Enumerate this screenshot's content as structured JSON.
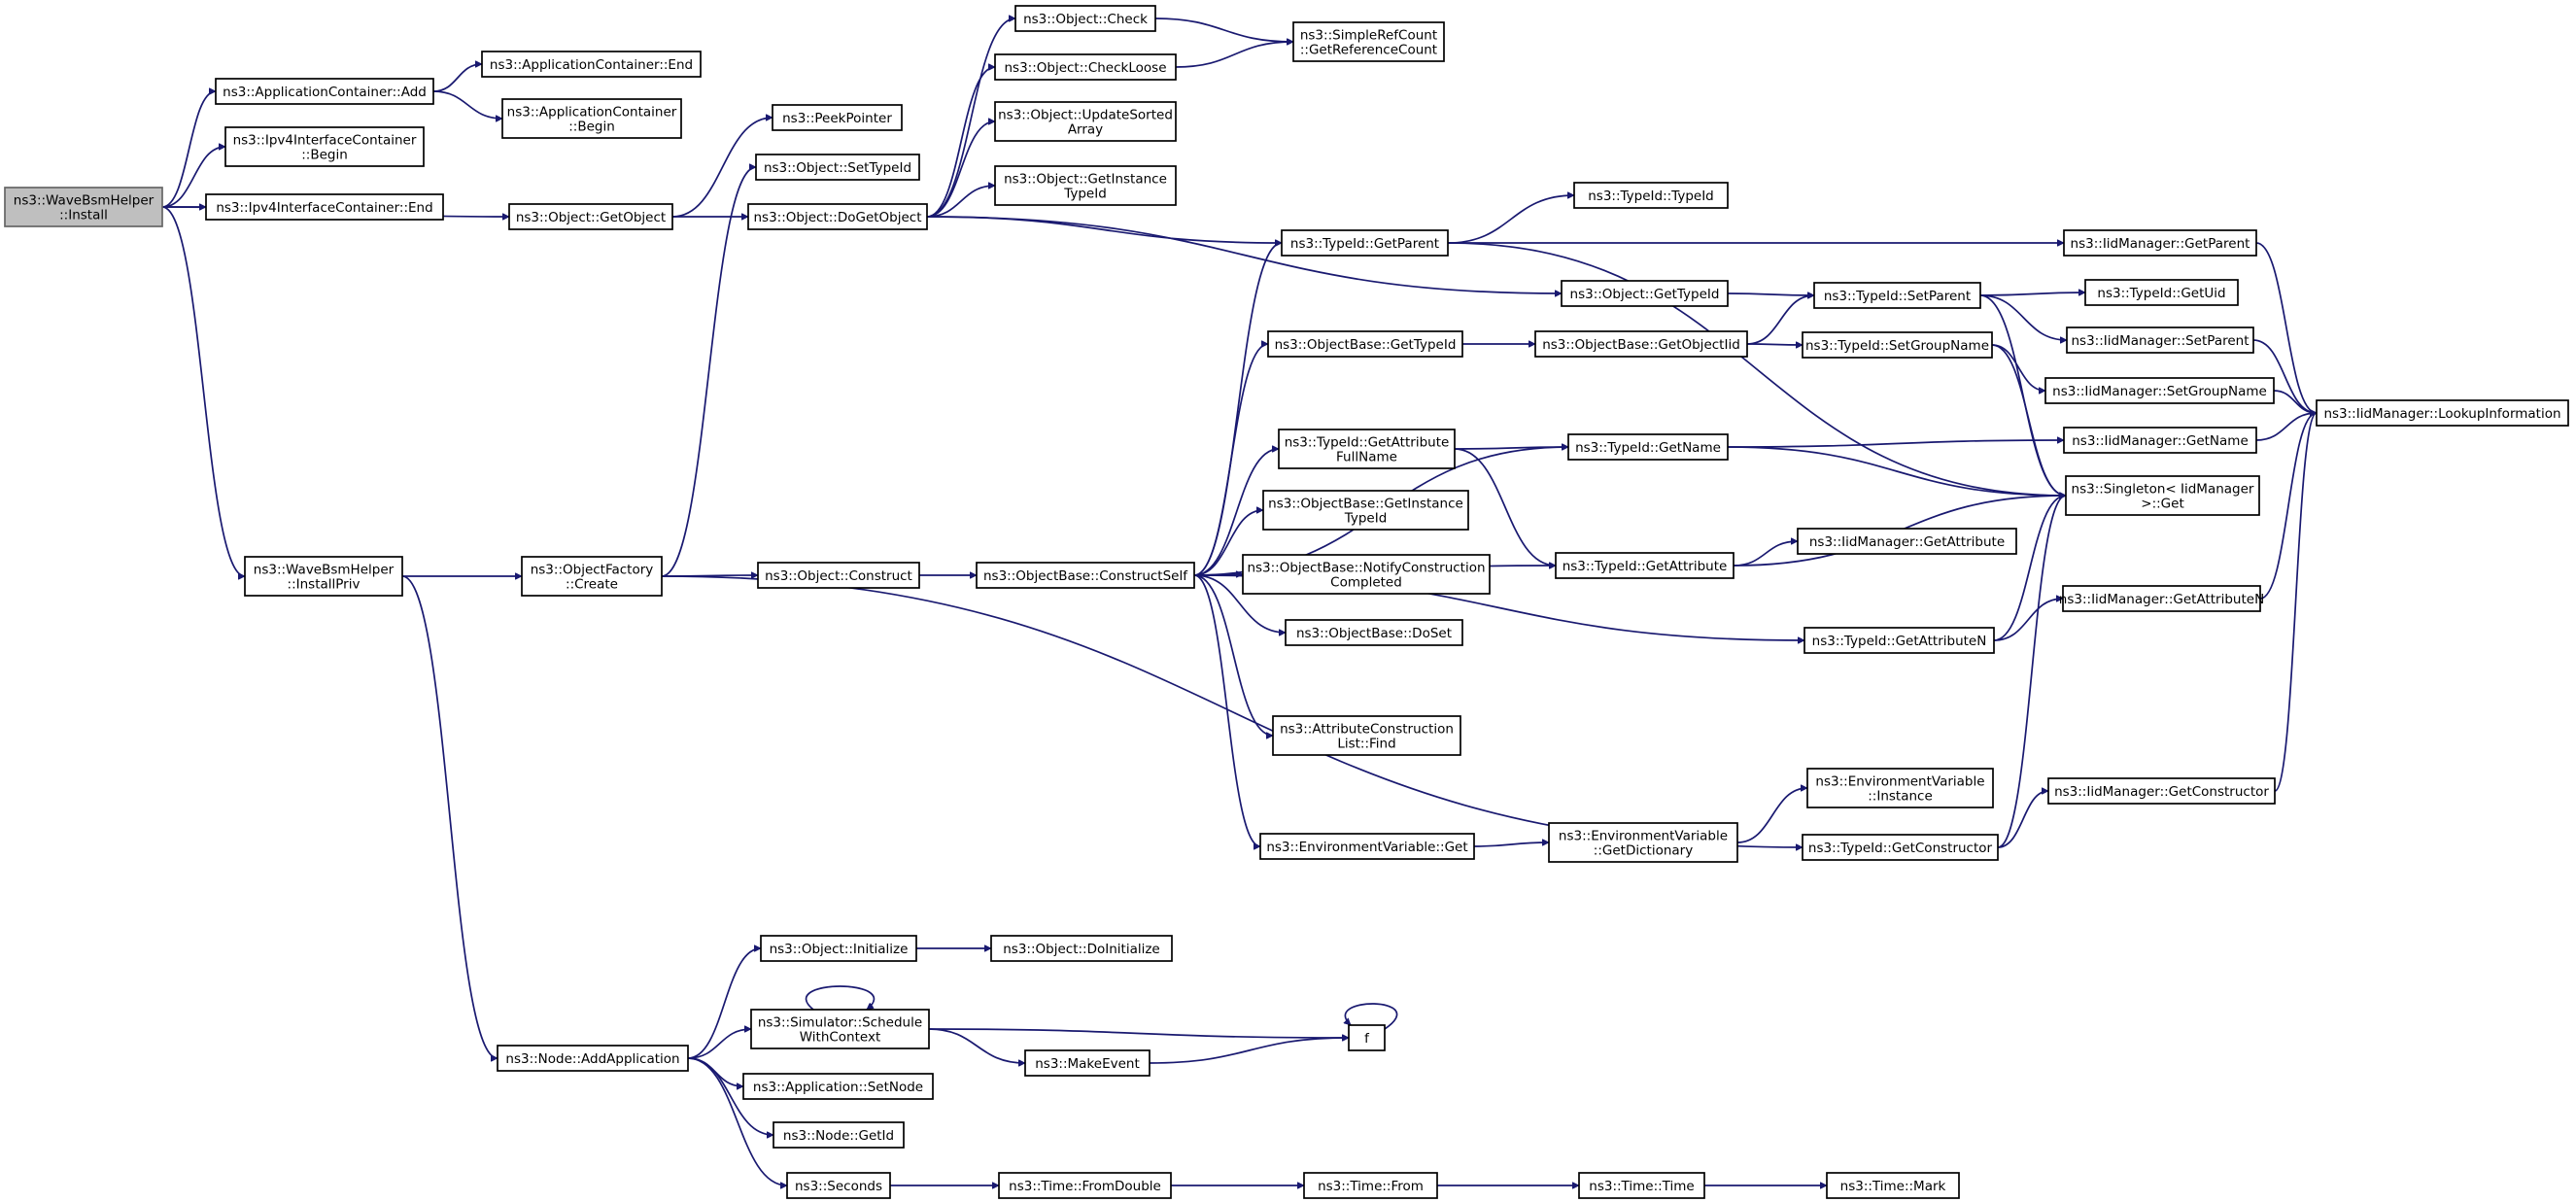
{
  "diagram": {
    "kind": "call-graph",
    "colors": {
      "edge": "#191970",
      "node_border": "#000000",
      "node_fill": "#ffffff",
      "root_fill": "#bfbfbf",
      "root_border": "#666666"
    },
    "root": "install",
    "nodes": [
      {
        "id": "install",
        "lines": [
          "ns3::WaveBsmHelper",
          "::Install"
        ]
      },
      {
        "id": "appcont_add",
        "lines": [
          "ns3::ApplicationContainer::Add"
        ]
      },
      {
        "id": "appcont_end",
        "lines": [
          "ns3::ApplicationContainer::End"
        ]
      },
      {
        "id": "appcont_begin",
        "lines": [
          "ns3::ApplicationContainer",
          "::Begin"
        ]
      },
      {
        "id": "ipv4_begin",
        "lines": [
          "ns3::Ipv4InterfaceContainer",
          "::Begin"
        ]
      },
      {
        "id": "ipv4_end",
        "lines": [
          "ns3::Ipv4InterfaceContainer::End"
        ]
      },
      {
        "id": "obj_getobject",
        "lines": [
          "ns3::Object::GetObject"
        ]
      },
      {
        "id": "peekpointer",
        "lines": [
          "ns3::PeekPointer"
        ]
      },
      {
        "id": "obj_settypeid",
        "lines": [
          "ns3::Object::SetTypeId"
        ]
      },
      {
        "id": "obj_dogetobject",
        "lines": [
          "ns3::Object::DoGetObject"
        ]
      },
      {
        "id": "obj_check",
        "lines": [
          "ns3::Object::Check"
        ]
      },
      {
        "id": "obj_checkloose",
        "lines": [
          "ns3::Object::CheckLoose"
        ]
      },
      {
        "id": "simplerefcount",
        "lines": [
          "ns3::SimpleRefCount",
          "::GetReferenceCount"
        ]
      },
      {
        "id": "obj_updatesorted",
        "lines": [
          "ns3::Object::UpdateSorted",
          "Array"
        ]
      },
      {
        "id": "obj_getinstancetypeid",
        "lines": [
          "ns3::Object::GetInstance",
          "TypeId"
        ]
      },
      {
        "id": "typeid_typeid",
        "lines": [
          "ns3::TypeId::TypeId"
        ]
      },
      {
        "id": "typeid_getparent",
        "lines": [
          "ns3::TypeId::GetParent"
        ]
      },
      {
        "id": "iid_getparent",
        "lines": [
          "ns3::IidManager::GetParent"
        ]
      },
      {
        "id": "obj_gettypeid",
        "lines": [
          "ns3::Object::GetTypeId"
        ]
      },
      {
        "id": "typeid_setparent",
        "lines": [
          "ns3::TypeId::SetParent"
        ]
      },
      {
        "id": "typeid_getuid",
        "lines": [
          "ns3::TypeId::GetUid"
        ]
      },
      {
        "id": "objbase_gettypeid",
        "lines": [
          "ns3::ObjectBase::GetTypeId"
        ]
      },
      {
        "id": "objbase_getobjectiid",
        "lines": [
          "ns3::ObjectBase::GetObjectIid"
        ]
      },
      {
        "id": "typeid_setgroupname",
        "lines": [
          "ns3::TypeId::SetGroupName"
        ]
      },
      {
        "id": "iid_setparent",
        "lines": [
          "ns3::IidManager::SetParent"
        ]
      },
      {
        "id": "iid_setgroupname",
        "lines": [
          "ns3::IidManager::SetGroupName"
        ]
      },
      {
        "id": "iid_lookupinfo",
        "lines": [
          "ns3::IidManager::LookupInformation"
        ]
      },
      {
        "id": "iid_getname",
        "lines": [
          "ns3::IidManager::GetName"
        ]
      },
      {
        "id": "typeid_getattrfullname",
        "lines": [
          "ns3::TypeId::GetAttribute",
          "FullName"
        ]
      },
      {
        "id": "typeid_getname",
        "lines": [
          "ns3::TypeId::GetName"
        ]
      },
      {
        "id": "singleton_get",
        "lines": [
          "ns3::Singleton< IidManager",
          " >::Get"
        ]
      },
      {
        "id": "objbase_getinstancetypeid",
        "lines": [
          "ns3::ObjectBase::GetInstance",
          "TypeId"
        ]
      },
      {
        "id": "wbh_installpriv",
        "lines": [
          "ns3::WaveBsmHelper",
          "::InstallPriv"
        ]
      },
      {
        "id": "objfactory_create",
        "lines": [
          "ns3::ObjectFactory",
          "::Create"
        ]
      },
      {
        "id": "obj_construct",
        "lines": [
          "ns3::Object::Construct"
        ]
      },
      {
        "id": "objbase_constructself",
        "lines": [
          "ns3::ObjectBase::ConstructSelf"
        ]
      },
      {
        "id": "objbase_notifyconstruction",
        "lines": [
          "ns3::ObjectBase::NotifyConstruction",
          "Completed"
        ]
      },
      {
        "id": "typeid_getattribute",
        "lines": [
          "ns3::TypeId::GetAttribute"
        ]
      },
      {
        "id": "iid_getattribute",
        "lines": [
          "ns3::IidManager::GetAttribute"
        ]
      },
      {
        "id": "objbase_doset",
        "lines": [
          "ns3::ObjectBase::DoSet"
        ]
      },
      {
        "id": "typeid_getattributen",
        "lines": [
          "ns3::TypeId::GetAttributeN"
        ]
      },
      {
        "id": "iid_getattributen",
        "lines": [
          "ns3::IidManager::GetAttributeN"
        ]
      },
      {
        "id": "attrconstructionlist_find",
        "lines": [
          "ns3::AttributeConstruction",
          "List::Find"
        ]
      },
      {
        "id": "envvar_instance",
        "lines": [
          "ns3::EnvironmentVariable",
          "::Instance"
        ]
      },
      {
        "id": "iid_getconstructor",
        "lines": [
          "ns3::IidManager::GetConstructor"
        ]
      },
      {
        "id": "envvar_get",
        "lines": [
          "ns3::EnvironmentVariable::Get"
        ]
      },
      {
        "id": "envvar_getdictionary",
        "lines": [
          "ns3::EnvironmentVariable",
          "::GetDictionary"
        ]
      },
      {
        "id": "typeid_getconstructor",
        "lines": [
          "ns3::TypeId::GetConstructor"
        ]
      },
      {
        "id": "obj_initialize",
        "lines": [
          "ns3::Object::Initialize"
        ]
      },
      {
        "id": "obj_doinitialize",
        "lines": [
          "ns3::Object::DoInitialize"
        ]
      },
      {
        "id": "sim_schedulewithcontext",
        "lines": [
          "ns3::Simulator::Schedule",
          "WithContext"
        ]
      },
      {
        "id": "f",
        "lines": [
          "f"
        ]
      },
      {
        "id": "node_addapplication",
        "lines": [
          "ns3::Node::AddApplication"
        ]
      },
      {
        "id": "makeevent",
        "lines": [
          "ns3::MakeEvent"
        ]
      },
      {
        "id": "app_setnode",
        "lines": [
          "ns3::Application::SetNode"
        ]
      },
      {
        "id": "node_getid",
        "lines": [
          "ns3::Node::GetId"
        ]
      },
      {
        "id": "seconds",
        "lines": [
          "ns3::Seconds"
        ]
      },
      {
        "id": "time_fromdouble",
        "lines": [
          "ns3::Time::FromDouble"
        ]
      },
      {
        "id": "time_from",
        "lines": [
          "ns3::Time::From"
        ]
      },
      {
        "id": "time_time",
        "lines": [
          "ns3::Time::Time"
        ]
      },
      {
        "id": "time_mark",
        "lines": [
          "ns3::Time::Mark"
        ]
      }
    ],
    "edges": [
      [
        "install",
        "appcont_add"
      ],
      [
        "install",
        "ipv4_begin"
      ],
      [
        "install",
        "ipv4_end"
      ],
      [
        "install",
        "obj_getobject"
      ],
      [
        "install",
        "wbh_installpriv"
      ],
      [
        "appcont_add",
        "appcont_end"
      ],
      [
        "appcont_add",
        "appcont_begin"
      ],
      [
        "obj_getobject",
        "peekpointer"
      ],
      [
        "obj_getobject",
        "obj_dogetobject"
      ],
      [
        "obj_dogetobject",
        "obj_check"
      ],
      [
        "obj_dogetobject",
        "obj_checkloose"
      ],
      [
        "obj_dogetobject",
        "obj_updatesorted"
      ],
      [
        "obj_dogetobject",
        "obj_getinstancetypeid"
      ],
      [
        "obj_dogetobject",
        "typeid_getparent"
      ],
      [
        "obj_dogetobject",
        "obj_gettypeid"
      ],
      [
        "obj_check",
        "simplerefcount"
      ],
      [
        "obj_checkloose",
        "simplerefcount"
      ],
      [
        "typeid_getparent",
        "typeid_typeid"
      ],
      [
        "typeid_getparent",
        "iid_getparent"
      ],
      [
        "typeid_getparent",
        "singleton_get"
      ],
      [
        "iid_getparent",
        "iid_lookupinfo"
      ],
      [
        "obj_gettypeid",
        "typeid_setparent"
      ],
      [
        "typeid_setparent",
        "typeid_getuid"
      ],
      [
        "typeid_setparent",
        "iid_setparent"
      ],
      [
        "typeid_setparent",
        "singleton_get"
      ],
      [
        "iid_setparent",
        "iid_lookupinfo"
      ],
      [
        "objbase_gettypeid",
        "objbase_getobjectiid"
      ],
      [
        "objbase_getobjectiid",
        "typeid_setparent"
      ],
      [
        "objbase_getobjectiid",
        "typeid_setgroupname"
      ],
      [
        "typeid_setgroupname",
        "iid_setgroupname"
      ],
      [
        "typeid_setgroupname",
        "singleton_get"
      ],
      [
        "iid_setgroupname",
        "iid_lookupinfo"
      ],
      [
        "iid_getname",
        "iid_lookupinfo"
      ],
      [
        "typeid_getattrfullname",
        "typeid_getname"
      ],
      [
        "typeid_getattrfullname",
        "typeid_getattribute"
      ],
      [
        "typeid_getname",
        "iid_getname"
      ],
      [
        "typeid_getname",
        "singleton_get"
      ],
      [
        "wbh_installpriv",
        "objfactory_create"
      ],
      [
        "wbh_installpriv",
        "node_addapplication"
      ],
      [
        "objfactory_create",
        "obj_settypeid"
      ],
      [
        "objfactory_create",
        "obj_construct"
      ],
      [
        "objfactory_create",
        "typeid_getconstructor"
      ],
      [
        "obj_construct",
        "objbase_constructself"
      ],
      [
        "objbase_constructself",
        "typeid_getparent"
      ],
      [
        "objbase_constructself",
        "objbase_gettypeid"
      ],
      [
        "objbase_constructself",
        "typeid_getname"
      ],
      [
        "objbase_constructself",
        "typeid_getattrfullname"
      ],
      [
        "objbase_constructself",
        "objbase_getinstancetypeid"
      ],
      [
        "objbase_constructself",
        "objbase_notifyconstruction"
      ],
      [
        "objbase_constructself",
        "objbase_doset"
      ],
      [
        "objbase_constructself",
        "typeid_getattribute"
      ],
      [
        "objbase_constructself",
        "typeid_getattributen"
      ],
      [
        "objbase_constructself",
        "attrconstructionlist_find"
      ],
      [
        "objbase_constructself",
        "envvar_get"
      ],
      [
        "typeid_getattribute",
        "iid_getattribute"
      ],
      [
        "typeid_getattribute",
        "singleton_get"
      ],
      [
        "typeid_getattributen",
        "iid_getattributen"
      ],
      [
        "typeid_getattributen",
        "singleton_get"
      ],
      [
        "iid_getattributen",
        "iid_lookupinfo"
      ],
      [
        "envvar_get",
        "envvar_getdictionary"
      ],
      [
        "envvar_getdictionary",
        "envvar_instance"
      ],
      [
        "typeid_getconstructor",
        "iid_getconstructor"
      ],
      [
        "typeid_getconstructor",
        "singleton_get"
      ],
      [
        "iid_getconstructor",
        "iid_lookupinfo"
      ],
      [
        "node_addapplication",
        "obj_initialize"
      ],
      [
        "node_addapplication",
        "sim_schedulewithcontext"
      ],
      [
        "node_addapplication",
        "app_setnode"
      ],
      [
        "node_addapplication",
        "node_getid"
      ],
      [
        "node_addapplication",
        "seconds"
      ],
      [
        "obj_initialize",
        "obj_doinitialize"
      ],
      [
        "sim_schedulewithcontext",
        "sim_schedulewithcontext"
      ],
      [
        "sim_schedulewithcontext",
        "f"
      ],
      [
        "sim_schedulewithcontext",
        "makeevent"
      ],
      [
        "f",
        "f"
      ],
      [
        "makeevent",
        "f"
      ],
      [
        "seconds",
        "time_fromdouble"
      ],
      [
        "time_fromdouble",
        "time_from"
      ],
      [
        "time_from",
        "time_time"
      ],
      [
        "time_time",
        "time_mark"
      ]
    ]
  }
}
